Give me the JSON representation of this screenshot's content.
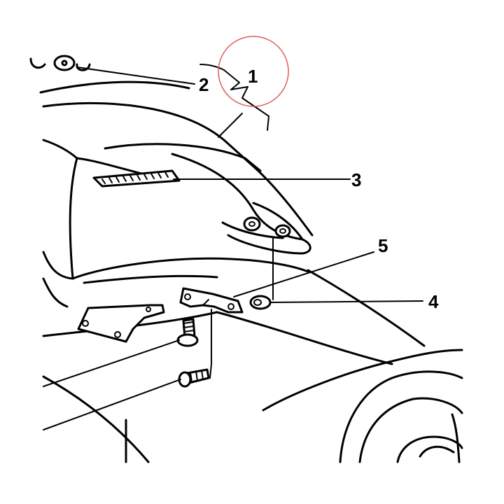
{
  "callouts": [
    {
      "id": "1",
      "label": "1"
    },
    {
      "id": "2",
      "label": "2"
    },
    {
      "id": "3",
      "label": "3"
    },
    {
      "id": "4",
      "label": "4"
    },
    {
      "id": "5",
      "label": "5"
    }
  ],
  "highlight_color": "#e05a5a"
}
